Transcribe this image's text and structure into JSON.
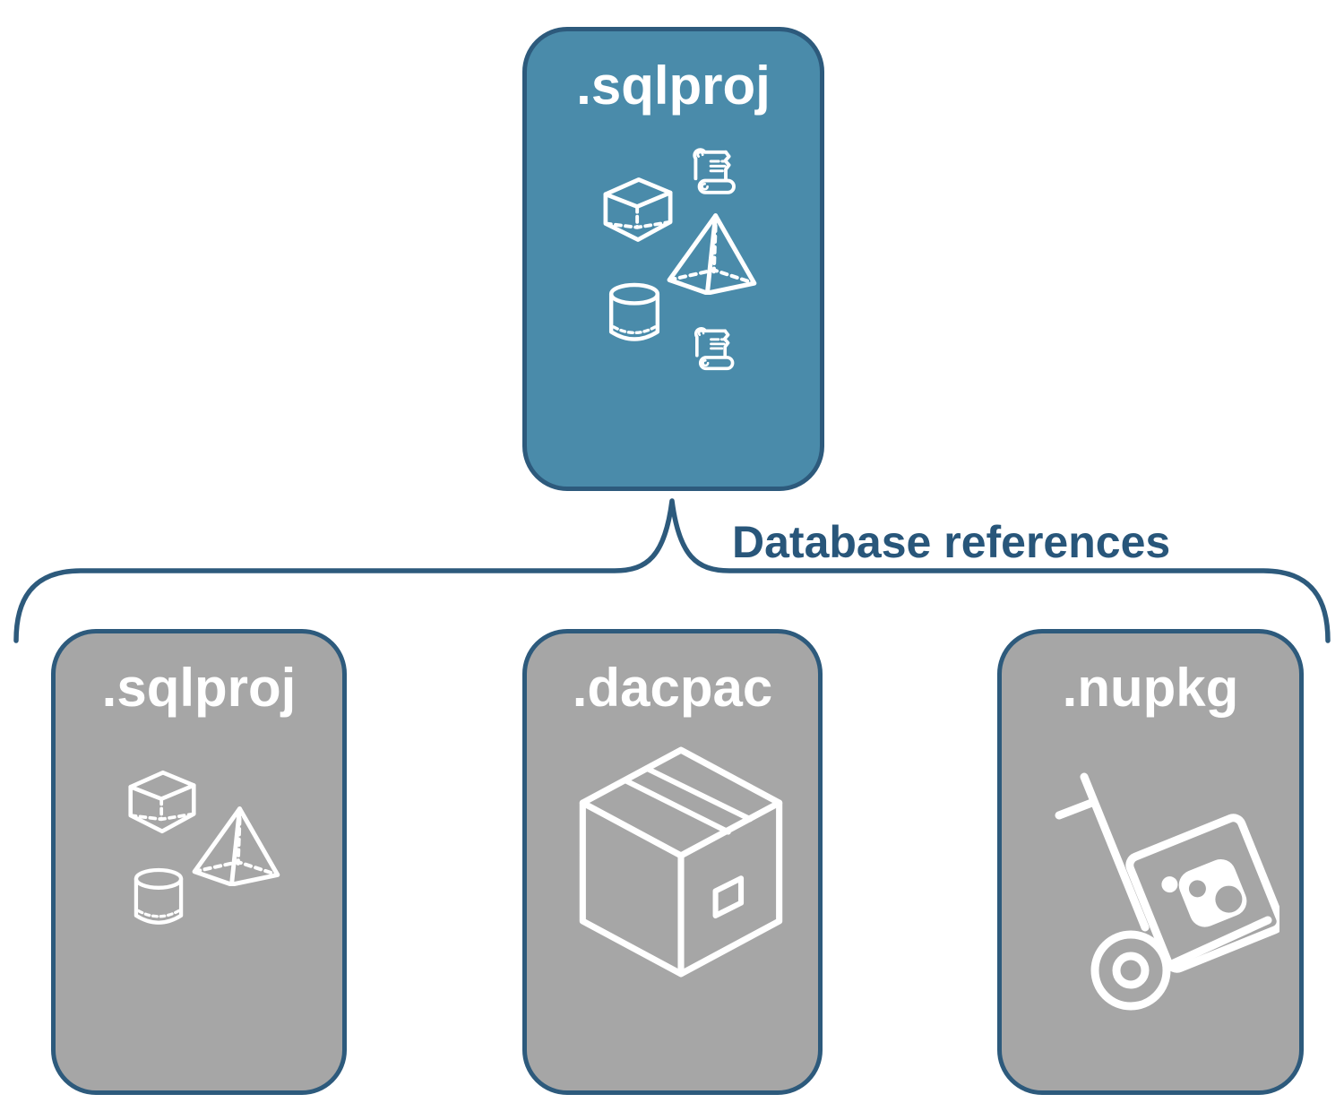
{
  "colors": {
    "canvas-bg": "#ffffff",
    "accent-blue": "#4a8baa",
    "outline-blue": "#2d5a7c",
    "label-blue": "#28567a",
    "node-gray": "#a6a6a6",
    "icon-white": "#ffffff"
  },
  "connector": {
    "label": "Database references"
  },
  "nodes": {
    "root": {
      "label": ".sqlproj",
      "icons": [
        "scroll-icon",
        "cube-icon",
        "pyramid-icon",
        "cylinder-icon",
        "scroll-icon"
      ]
    },
    "children": [
      {
        "label": ".sqlproj",
        "icons": [
          "cube-icon",
          "pyramid-icon",
          "cylinder-icon"
        ]
      },
      {
        "label": ".dacpac",
        "icons": [
          "package-box-icon"
        ]
      },
      {
        "label": ".nupkg",
        "icons": [
          "hand-truck-icon",
          "nuget-logo-icon"
        ]
      }
    ]
  }
}
